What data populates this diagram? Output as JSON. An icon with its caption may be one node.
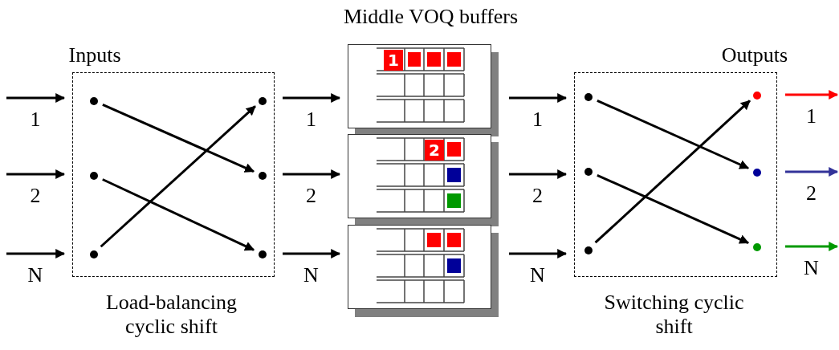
{
  "diagram": {
    "nodes": [
      {
        "text": [
          "Inputs"
        ],
        "beside": [
          "Load-balancing cyclic shift"
        ]
      },
      {
        "text": [],
        "shape": "circle",
        "in": 0
      },
      {
        "text": [],
        "shape": "circle",
        "in": 0
      },
      {
        "text": [],
        "shape": "circle",
        "in": 0
      },
      {
        "text": [],
        "shape": "circle",
        "in": 0
      },
      {
        "text": [],
        "shape": "circle",
        "in": 0
      },
      {
        "text": [],
        "shape": "circle",
        "in": 0
      },
      {
        "text": [],
        "shape": "box"
      },
      {
        "text": [],
        "shape": "box"
      },
      {
        "text": [],
        "shape": "box"
      },
      {
        "text": [
          "1"
        ],
        "in": 7
      },
      {
        "text": [
          "2"
        ],
        "in": 8
      },
      {
        "text": [
          "Outputs"
        ],
        "beside": [
          "Switching cyclic shift"
        ]
      },
      {
        "text": [],
        "shape": "circle",
        "in": 12
      },
      {
        "text": [],
        "shape": "circle",
        "in": 12
      },
      {
        "text": [],
        "shape": "circle",
        "in": 12
      },
      {
        "text": [],
        "shape": "circle",
        "in": 12
      },
      {
        "text": [],
        "shape": "circle",
        "in": 12
      },
      {
        "text": [],
        "shape": "circle",
        "in": 12
      }
    ],
    "edges": [
      {
        "from": null,
        "to": 0,
        "arrow": "to",
        "label": "1"
      },
      {
        "from": null,
        "to": 0,
        "arrow": "to",
        "label": "2"
      },
      {
        "from": null,
        "to": 0,
        "arrow": "to",
        "label": "N"
      },
      {
        "from": 1,
        "to": 5,
        "arrow": "to"
      },
      {
        "from": 2,
        "to": 6,
        "arrow": "to"
      },
      {
        "from": 3,
        "to": 4,
        "arrow": "to"
      },
      {
        "from": 0,
        "to": 7,
        "arrow": "to",
        "label": "1"
      },
      {
        "from": 0,
        "to": 8,
        "arrow": "to",
        "label": "2"
      },
      {
        "from": 0,
        "to": 9,
        "arrow": "to",
        "label": "N"
      },
      {
        "from": 7,
        "to": 12,
        "arrow": "to",
        "label": "1"
      },
      {
        "from": 8,
        "to": 12,
        "arrow": "to",
        "label": "2"
      },
      {
        "from": 9,
        "to": 12,
        "arrow": "to",
        "label": "N"
      },
      {
        "from": 13,
        "to": 17,
        "arrow": "to"
      },
      {
        "from": 14,
        "to": 18,
        "arrow": "to"
      },
      {
        "from": 15,
        "to": 16,
        "arrow": "to"
      },
      {
        "from": 12,
        "to": null,
        "arrow": "to",
        "label": "1",
        "color": "#ff0000"
      },
      {
        "from": 12,
        "to": null,
        "arrow": "to",
        "label": "2",
        "color": "#333399"
      },
      {
        "from": 12,
        "to": null,
        "arrow": "to",
        "label": "N",
        "color": "#009900"
      }
    ],
    "labels": [
      "Middle VOQ buffers"
    ]
  }
}
